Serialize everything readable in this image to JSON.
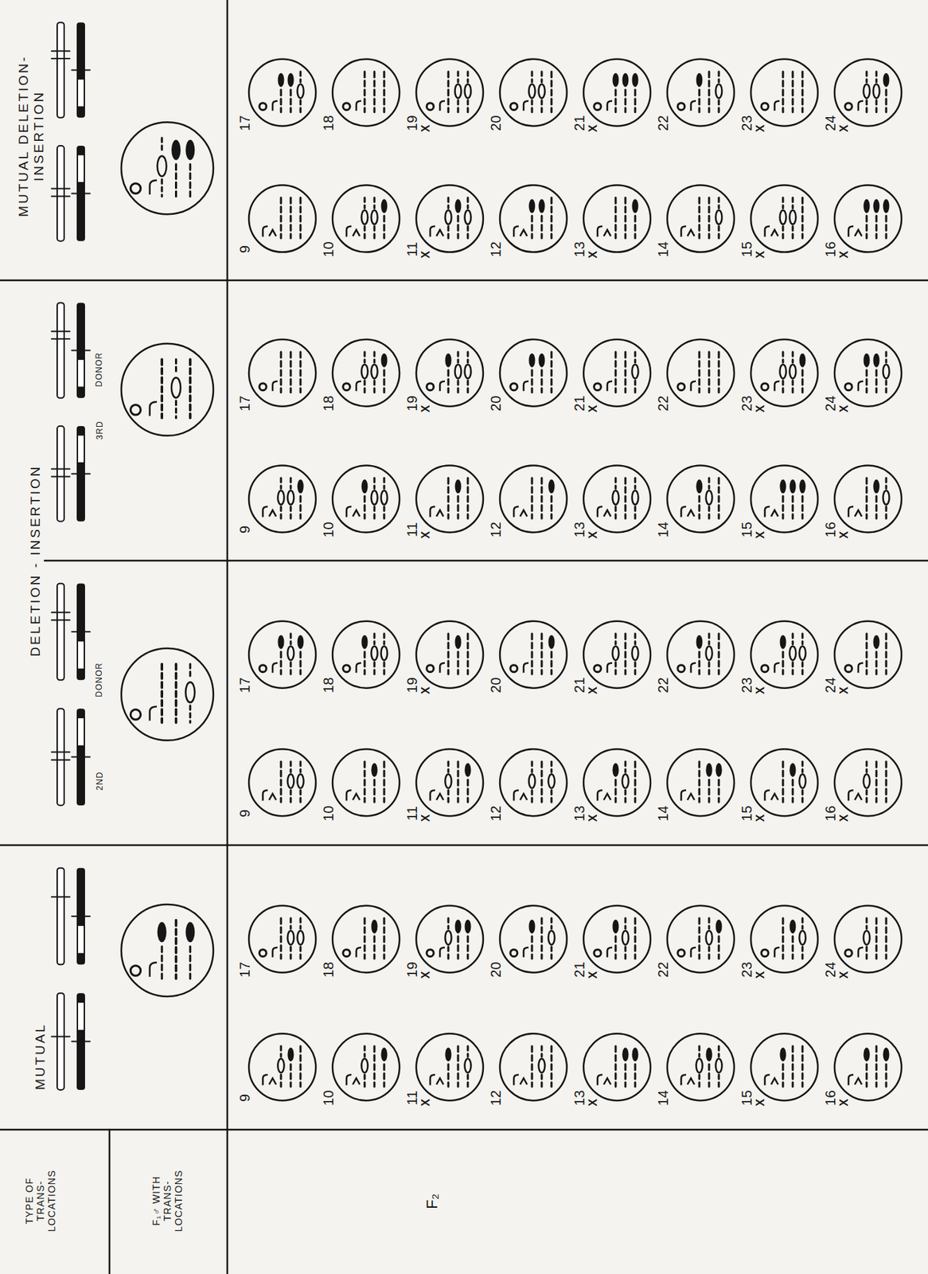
{
  "diagram": {
    "labels": [
      "TYPE OF TRANS- LOCATIONS",
      "F₁♂ WITH TRANS- LOCATIONS",
      "F₂",
      "MUTUAL",
      "DELETION - INSERTION",
      "2ND",
      "DONOR",
      "3RD",
      "DONOR",
      "MUTUAL DELETION-INSERTION",
      "9",
      "10",
      "11",
      "X",
      "12",
      "13",
      "X",
      "14",
      "15",
      "X",
      "16",
      "X",
      "17",
      "18",
      "19",
      "X",
      "20",
      "21",
      "X",
      "22",
      "23",
      "X",
      "24",
      "X",
      "9",
      "10",
      "11",
      "X",
      "12",
      "13",
      "X",
      "14",
      "15",
      "X",
      "16",
      "X",
      "17",
      "18",
      "19",
      "X",
      "20",
      "21",
      "X",
      "22",
      "23",
      "X",
      "24",
      "X",
      "9",
      "10",
      "11",
      "X",
      "12",
      "13",
      "X",
      "14",
      "15",
      "X",
      "16",
      "X",
      "17",
      "18",
      "19",
      "X",
      "20",
      "21",
      "X",
      "22",
      "23",
      "X",
      "24",
      "X",
      "9",
      "10",
      "11",
      "X",
      "12",
      "13",
      "X",
      "14",
      "15",
      "X",
      "16",
      "X",
      "17",
      "18",
      "19",
      "X",
      "20",
      "21",
      "X",
      "22",
      "23",
      "X",
      "24",
      "X"
    ]
  }
}
